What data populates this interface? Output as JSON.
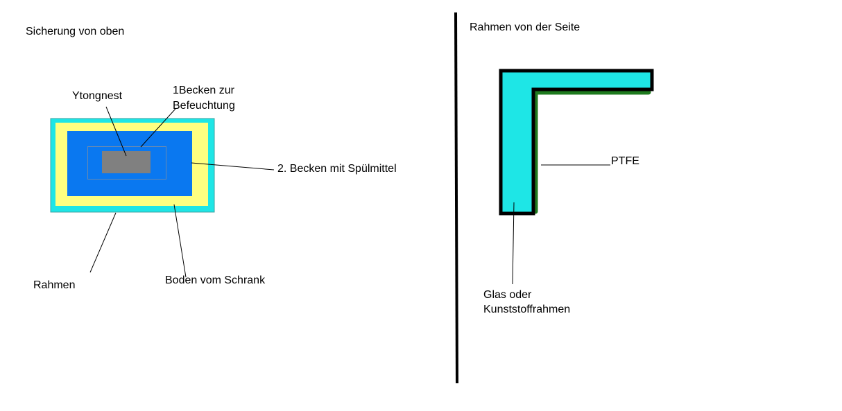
{
  "left_panel": {
    "title": "Sicherung von oben",
    "labels": {
      "ytongnest": "Ytongnest",
      "becken1_line1": "1Becken zur",
      "becken1_line2": "Befeuchtung",
      "becken2": "2. Becken mit Spülmittel",
      "rahmen": "Rahmen",
      "boden": "Boden vom Schrank"
    }
  },
  "right_panel": {
    "title": "Rahmen von der Seite",
    "labels": {
      "ptfe": "PTFE",
      "glas_line1": "Glas oder",
      "glas_line2": "Kunststoffrahmen"
    }
  },
  "colors": {
    "rahmen": "#1EE6E6",
    "boden": "#FFFF80",
    "becken2": "#0A78F0",
    "ytong": "#808080",
    "ptfe": "#1E7A1E"
  }
}
